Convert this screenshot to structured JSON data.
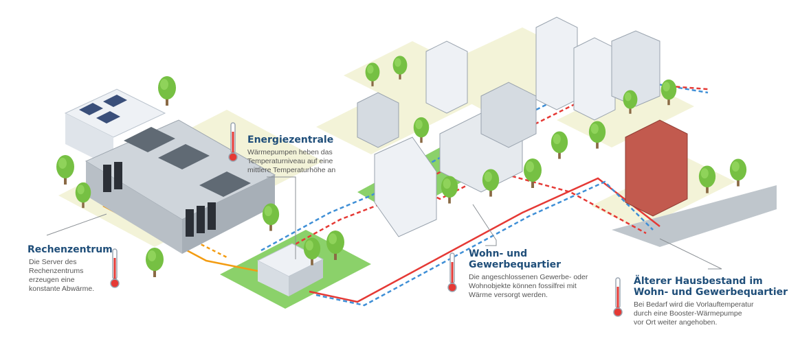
{
  "colors": {
    "heading": "#1f4e79",
    "body_text": "#555555",
    "grass": "#7ec850",
    "ground": "#f3f3d8",
    "pipe_hot": "#e53935",
    "pipe_cold": "#3f8fd6",
    "pipe_waste_heat": "#f39c12",
    "facade_brick": "#c25a4e",
    "building": "#eef1f5"
  },
  "icons": [
    "thermometer-icon",
    "tree-icon",
    "solar-panel-icon",
    "server-rack-icon",
    "cooling-fan-icon"
  ],
  "labels": {
    "rechenzentrum": {
      "title": "Rechenzentrum",
      "text": [
        "Die Server des",
        "Rechenzentrums",
        "erzeugen eine",
        "konstante Abwärme."
      ]
    },
    "energiezentrale": {
      "title": "Energiezentrale",
      "text": [
        "Wärmepumpen heben das",
        "Temperaturniveau auf eine",
        "mittlere Temperaturhöhe an"
      ]
    },
    "wohnquartier": {
      "title": [
        "Wohn- und",
        "Gewerbequartier"
      ],
      "text": [
        "Die angeschlossenen Gewerbe- oder",
        "Wohnobjekte können fossilfrei mit",
        "Wärme versorgt werden."
      ]
    },
    "hausbestand": {
      "title": [
        "Älterer Hausbestand im",
        "Wohn- und Gewerbequartier"
      ],
      "text": [
        "Bei Bedarf wird die Vorlauftemperatur",
        "durch eine Booster-Wärmepumpe",
        "vor Ort weiter angehoben."
      ]
    }
  }
}
